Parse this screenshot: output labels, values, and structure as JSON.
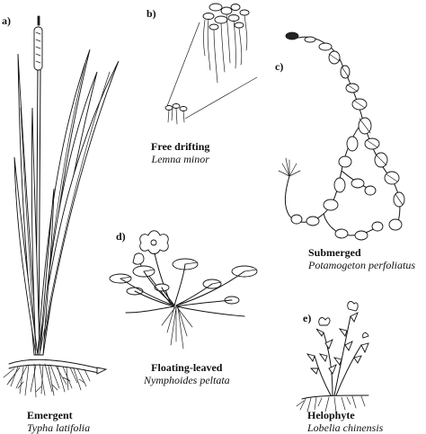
{
  "panels": {
    "a": {
      "letter": "a)",
      "type": "Emergent",
      "species": "Typha latifolia"
    },
    "b": {
      "letter": "b)",
      "type": "Free drifting",
      "species": "Lemna minor"
    },
    "c": {
      "letter": "c)",
      "type": "Submerged",
      "species": "Potamogeton perfoliatus"
    },
    "d": {
      "letter": "d)",
      "type": "Floating-leaved",
      "species": "Nymphoides peltata"
    },
    "e": {
      "letter": "e)",
      "type": "Helophyte",
      "species": "Lobelia chinensis"
    }
  }
}
